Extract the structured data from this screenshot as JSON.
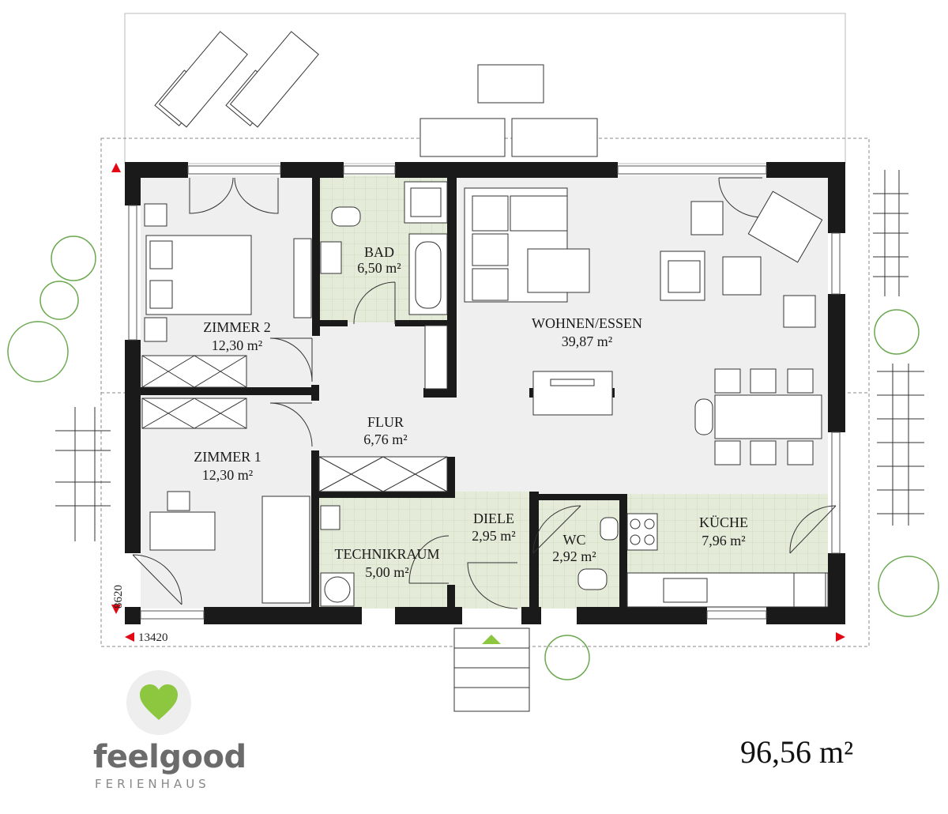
{
  "rooms": {
    "zimmer2": {
      "name": "ZIMMER 2",
      "area": "12,30 m²"
    },
    "zimmer1": {
      "name": "ZIMMER 1",
      "area": "12,30 m²"
    },
    "bad": {
      "name": "BAD",
      "area": "6,50 m²"
    },
    "wohnen": {
      "name": "WOHNEN/ESSEN",
      "area": "39,87 m²"
    },
    "flur": {
      "name": "FLUR",
      "area": "6,76 m²"
    },
    "diele": {
      "name": "DIELE",
      "area": "2,95 m²"
    },
    "technik": {
      "name": "TECHNIKRAUM",
      "area": "5,00 m²"
    },
    "wc": {
      "name": "WC",
      "area": "2,92 m²"
    },
    "kueche": {
      "name": "KÜCHE",
      "area": "7,96 m²"
    }
  },
  "dimensions": {
    "width": "13420",
    "depth": "8620"
  },
  "total_area": "96,56 m²",
  "brand": {
    "name": "feelgood",
    "tagline": "FERIENHAUS",
    "heart_color": "#8dc63f"
  },
  "colors": {
    "wall": "#1a1a1a",
    "floor": "#efefef",
    "tile": "#e4ebd9",
    "accent": "#e30613",
    "tree": "#6aa84f",
    "entrance": "#8dc63f"
  }
}
